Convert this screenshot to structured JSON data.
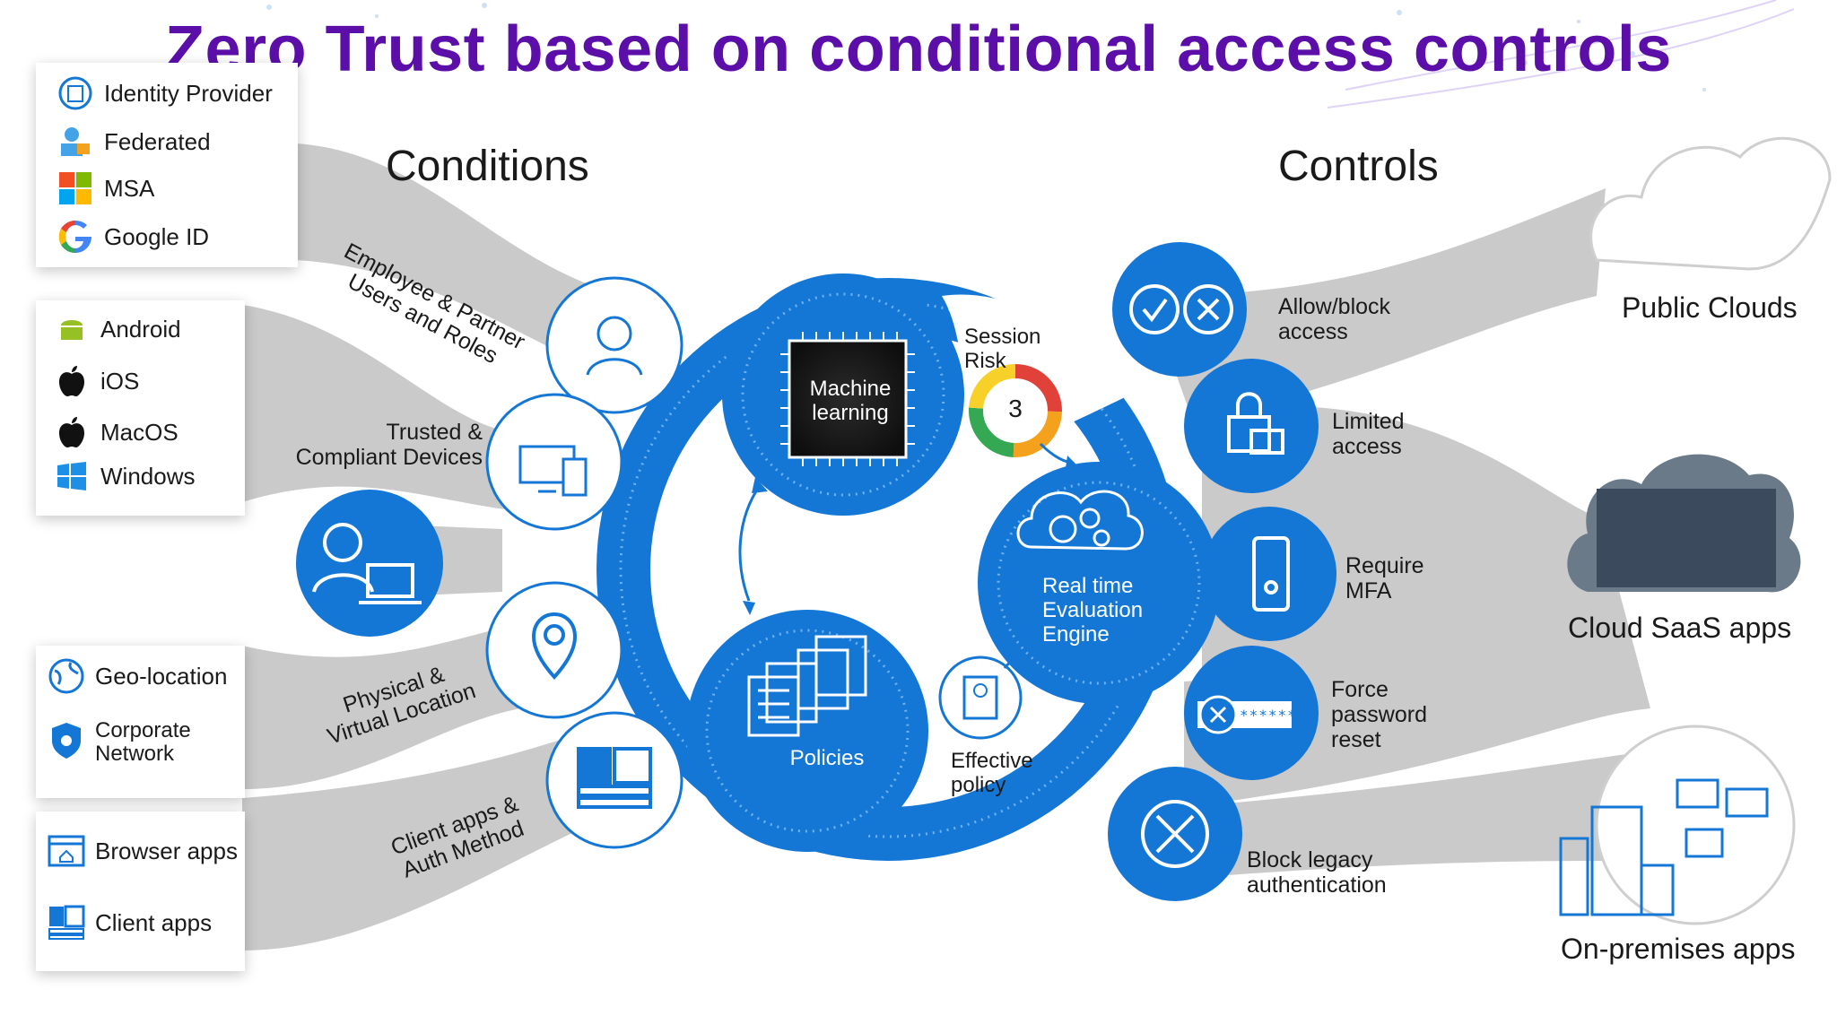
{
  "title": "Zero Trust based on conditional access controls",
  "conditions_heading": "Conditions",
  "controls_heading": "Controls",
  "identity_box": [
    {
      "icon": "identity-provider-icon",
      "label": "Identity Provider"
    },
    {
      "icon": "federated-icon",
      "label": "Federated"
    },
    {
      "icon": "microsoft-logo-icon",
      "label": "MSA"
    },
    {
      "icon": "google-logo-icon",
      "label": "Google ID"
    }
  ],
  "device_box": [
    {
      "icon": "android-icon",
      "label": "Android"
    },
    {
      "icon": "apple-icon",
      "label": "iOS"
    },
    {
      "icon": "apple-icon",
      "label": "MacOS"
    },
    {
      "icon": "windows-logo-icon",
      "label": "Windows"
    }
  ],
  "location_box": [
    {
      "icon": "globe-icon",
      "label": "Geo-location"
    },
    {
      "icon": "corporate-network-icon",
      "label": "Corporate Network"
    }
  ],
  "apps_box": [
    {
      "icon": "browser-icon",
      "label": "Browser apps"
    },
    {
      "icon": "client-apps-icon",
      "label": "Client apps"
    }
  ],
  "conditions": [
    {
      "icon": "user-icon",
      "line1": "Employee & Partner",
      "line2": "Users and Roles"
    },
    {
      "icon": "devices-icon",
      "line1": "Trusted &",
      "line2": "Compliant Devices"
    },
    {
      "icon": "location-pin-icon",
      "line1": "Physical &",
      "line2": "Virtual Location"
    },
    {
      "icon": "apps-grid-icon",
      "line1": "Client apps &",
      "line2": "Auth Method"
    }
  ],
  "hub": {
    "machine_learning": "Machine learning",
    "session_risk": "Session Risk",
    "risk_score": "3",
    "engine": "Real time Evaluation Engine",
    "policies": "Policies",
    "effective_policy": "Effective policy"
  },
  "controls": [
    {
      "icon": "allow-block-icon",
      "label": "Allow/block access"
    },
    {
      "icon": "limited-access-icon",
      "label": "Limited access"
    },
    {
      "icon": "mfa-phone-icon",
      "label": "Require MFA"
    },
    {
      "icon": "password-reset-icon",
      "label": "Force password reset",
      "masked": "******"
    },
    {
      "icon": "block-legacy-icon",
      "label": "Block legacy authentication"
    }
  ],
  "destinations": {
    "public": "Public Clouds",
    "saas": "Cloud SaaS apps",
    "onprem": "On-premises apps"
  },
  "colors": {
    "title": "#5b0fa8",
    "blue": "#1477d6",
    "band": "#c9c9c9"
  }
}
